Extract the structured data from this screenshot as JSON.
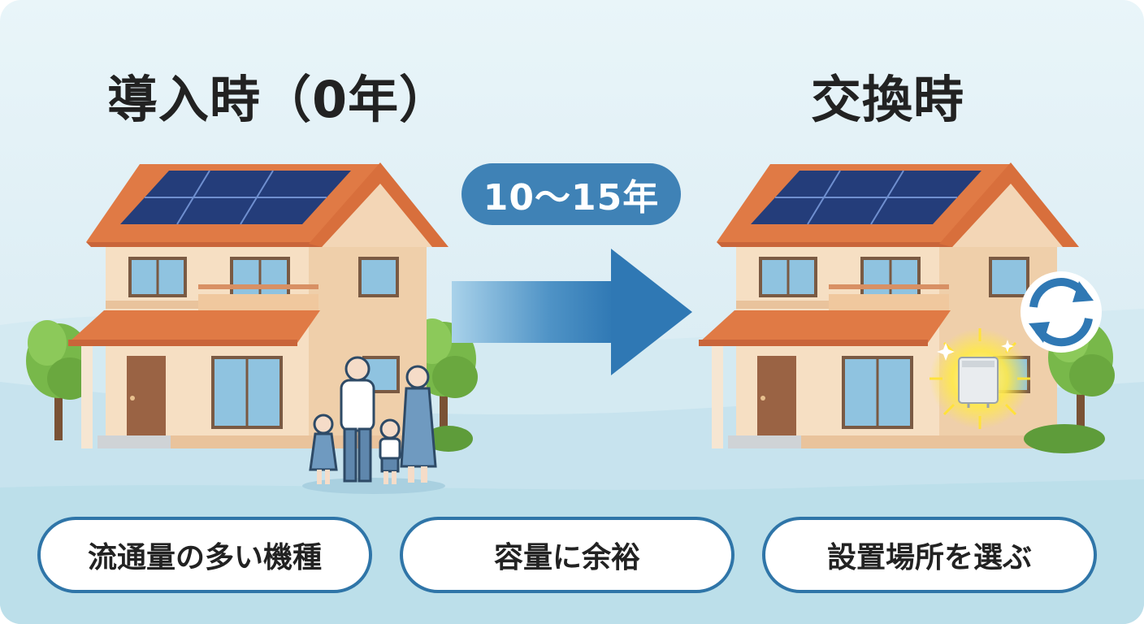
{
  "titles": {
    "before": "導入時（0年）",
    "after": "交換時"
  },
  "period": "10〜15年",
  "points": [
    "流通量の多い機種",
    "容量に余裕",
    "設置場所を選ぶ"
  ],
  "colors": {
    "accent_blue": "#3f82b6",
    "roof_orange": "#e07a45",
    "wall_beige": "#f3dcc0",
    "solar_panel": "#243d7a",
    "tree_green": "#78b84a",
    "pill_border": "#2f75a8"
  },
  "icons": [
    "house-icon",
    "solar-panel-icon",
    "family-icon",
    "arrow-right-icon",
    "refresh-icon",
    "water-heater-icon",
    "sparkle-icon",
    "tree-icon"
  ]
}
